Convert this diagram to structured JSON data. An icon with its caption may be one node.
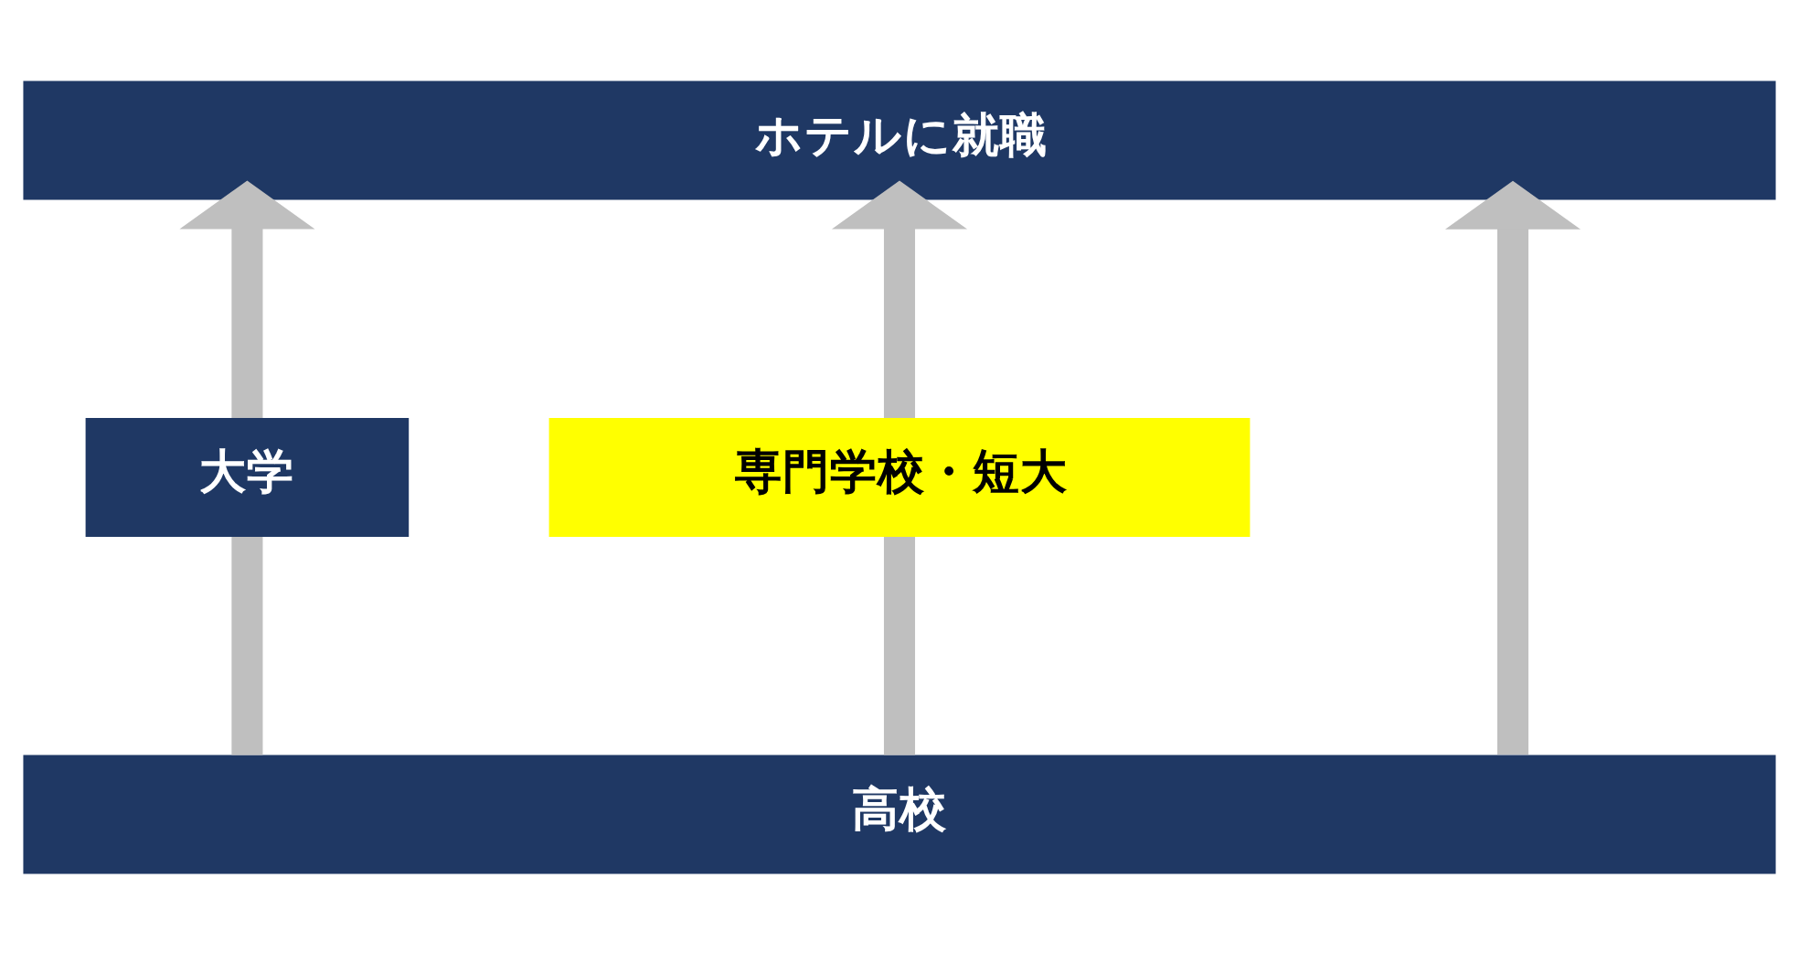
{
  "diagram": {
    "nodes": [
      {
        "text": [
          "ホテルに就職"
        ]
      },
      {
        "text": [
          "大学"
        ]
      },
      {
        "text": [
          "専門学校・短大"
        ]
      },
      {
        "text": [
          "高校"
        ]
      }
    ],
    "edges": [
      {
        "from": 3,
        "to": 1,
        "arrow": "none"
      },
      {
        "from": 1,
        "to": 0,
        "arrow": "to"
      },
      {
        "from": 3,
        "to": 2,
        "arrow": "none"
      },
      {
        "from": 2,
        "to": 0,
        "arrow": "to"
      },
      {
        "from": 3,
        "to": 0,
        "arrow": "to"
      }
    ]
  }
}
